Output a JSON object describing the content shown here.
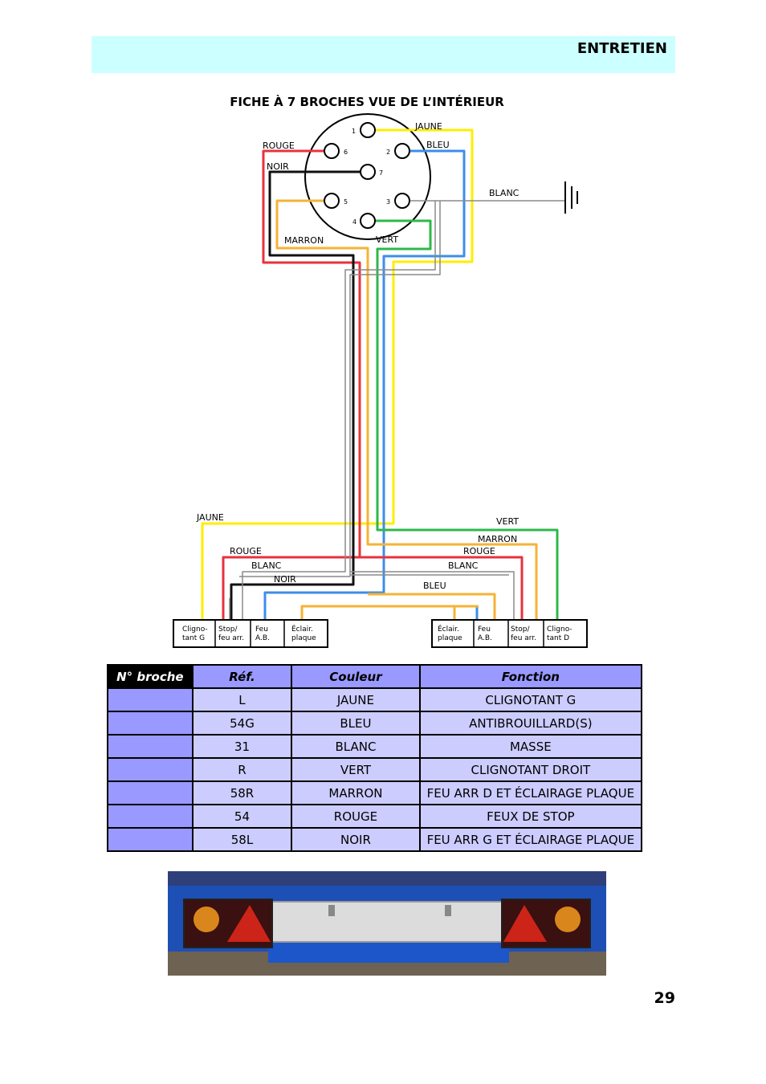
{
  "header": {
    "section_title": "ENTRETIEN"
  },
  "diagram": {
    "title": "FICHE À 7 BROCHES VUE DE L’INTÉRIEUR",
    "pins": [
      "1",
      "2",
      "7",
      "6",
      "5",
      "3",
      "4"
    ],
    "plug_labels": {
      "jaune": "JAUNE",
      "bleu": "BLEU",
      "rouge": "ROUGE",
      "noir": "NOIR",
      "blanc": "BLANC",
      "marron": "MARRON",
      "vert": "VERT"
    },
    "left_labels": {
      "jaune": "JAUNE",
      "rouge": "ROUGE",
      "blanc": "BLANC",
      "noir": "NOIR"
    },
    "right_labels": {
      "vert": "VERT",
      "marron": "MARRON",
      "rouge": "ROUGE",
      "blanc": "BLANC",
      "bleu": "BLEU"
    },
    "left_boxes": [
      {
        "l1": "Cligno-",
        "l2": "tant G"
      },
      {
        "l1": "Stop/",
        "l2": "feu arr."
      },
      {
        "l1": "Feu",
        "l2": "A.B."
      },
      {
        "l1": "Éclair.",
        "l2": "plaque"
      }
    ],
    "right_boxes": [
      {
        "l1": "Éclair.",
        "l2": "plaque"
      },
      {
        "l1": "Feu",
        "l2": "A.B."
      },
      {
        "l1": "Stop/",
        "l2": "feu arr."
      },
      {
        "l1": "Cligno-",
        "l2": "tant D"
      }
    ],
    "wire_colors": {
      "yellow": "#ffee00",
      "blue": "#3d8ee8",
      "red": "#e8323c",
      "black": "#111111",
      "orange": "#f5b335",
      "green": "#2eb84a",
      "white": "#8a8a8a"
    }
  },
  "table": {
    "headers": {
      "pin": "N° broche",
      "ref": "Réf.",
      "color": "Couleur",
      "function": "Fonction"
    },
    "rows": [
      {
        "pin": "",
        "ref": "L",
        "color": "JAUNE",
        "function": "CLIGNOTANT G"
      },
      {
        "pin": "",
        "ref": "54G",
        "color": "BLEU",
        "function": "ANTIBROUILLARD(S)"
      },
      {
        "pin": "",
        "ref": "31",
        "color": "BLANC",
        "function": "MASSE"
      },
      {
        "pin": "",
        "ref": "R",
        "color": "VERT",
        "function": "CLIGNOTANT DROIT"
      },
      {
        "pin": "",
        "ref": "58R",
        "color": "MARRON",
        "function": "FEU ARR D ET ÉCLAIRAGE PLAQUE"
      },
      {
        "pin": "",
        "ref": "54",
        "color": "ROUGE",
        "function": "FEUX DE STOP"
      },
      {
        "pin": "",
        "ref": "58L",
        "color": "NOIR",
        "function": "FEU ARR G ET ÉCLAIRAGE PLAQUE"
      }
    ]
  },
  "page_number": "29"
}
